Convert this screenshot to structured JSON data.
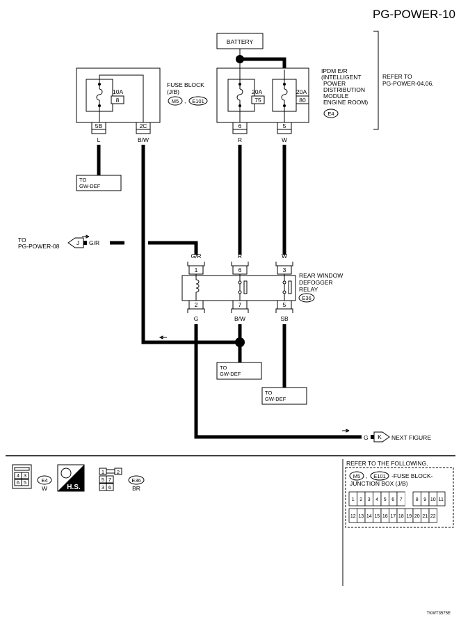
{
  "page_title": "PG-POWER-10",
  "battery_label": "BATTERY",
  "fuse_block": {
    "name": "FUSE BLOCK",
    "subname": "(J/B)",
    "conn_a": "M5",
    "conn_sep": ",",
    "conn_b": "E101",
    "fuse_amp": "10A",
    "fuse_no": "8",
    "pin_left": "5B",
    "pin_right": "2C",
    "wire_left": "L",
    "wire_right": "B/W"
  },
  "ipdm": {
    "line1": "IPDM E/R",
    "line2": "(INTELLIGENT",
    "line3": "POWER",
    "line4": "DISTRIBUTION",
    "line5": "MODULE",
    "line6": "ENGINE ROOM)",
    "conn": "E4",
    "fuse1_amp": "20A",
    "fuse1_no": "75",
    "fuse2_amp": "20A",
    "fuse2_no": "80",
    "pin1": "6",
    "pin2": "5",
    "wire1": "R",
    "wire2": "W"
  },
  "refer_power": {
    "line1": "REFER TO",
    "line2": "PG-POWER-04,06."
  },
  "gw_def_top": {
    "line1": "TO",
    "line2": "GW-DEF"
  },
  "to_pg_power08": {
    "line1": "TO",
    "line2": "PG-POWER-08",
    "conn_letter": "J",
    "wire": "G/R"
  },
  "relay": {
    "line1": "REAR WINDOW",
    "line2": "DEFOGGER",
    "line3": "RELAY",
    "conn": "E36",
    "top_wires": [
      "G/R",
      "R",
      "W"
    ],
    "top_pins": [
      "1",
      "6",
      "3"
    ],
    "bottom_pins": [
      "2",
      "7",
      "5"
    ],
    "bottom_wires": [
      "G",
      "B/W",
      "SB"
    ]
  },
  "gw_def_mid": {
    "line1": "TO",
    "line2": "GW-DEF"
  },
  "gw_def_bottom": {
    "line1": "TO",
    "line2": "GW-DEF"
  },
  "next_figure": {
    "wire": "G",
    "conn_letter": "K",
    "label": "NEXT FIGURE"
  },
  "legend": {
    "e4_pins": [
      "4",
      "3",
      "6",
      "5"
    ],
    "e4_conn": "E4",
    "e4_color": "W",
    "hs_label": "H.S.",
    "e36_pins": [
      "1",
      "2",
      "5",
      "7",
      "3",
      "6"
    ],
    "e36_conn": "E36",
    "e36_color": "BR"
  },
  "refer_following": {
    "title": "REFER TO THE FOLLOWING.",
    "conn_a": "M5",
    "conn_sep": ",",
    "conn_b": "E101",
    "desc1": "-FUSE BLOCK-",
    "desc2": "JUNCTION BOX (J/B)",
    "row1": [
      "1",
      "2",
      "3",
      "4",
      "5",
      "6",
      "7",
      "",
      "8",
      "9",
      "10",
      "11"
    ],
    "row2": [
      "12",
      "13",
      "14",
      "15",
      "16",
      "17",
      "18",
      "19",
      "20",
      "21",
      "22"
    ]
  },
  "figure_code": "TKWT3575E"
}
